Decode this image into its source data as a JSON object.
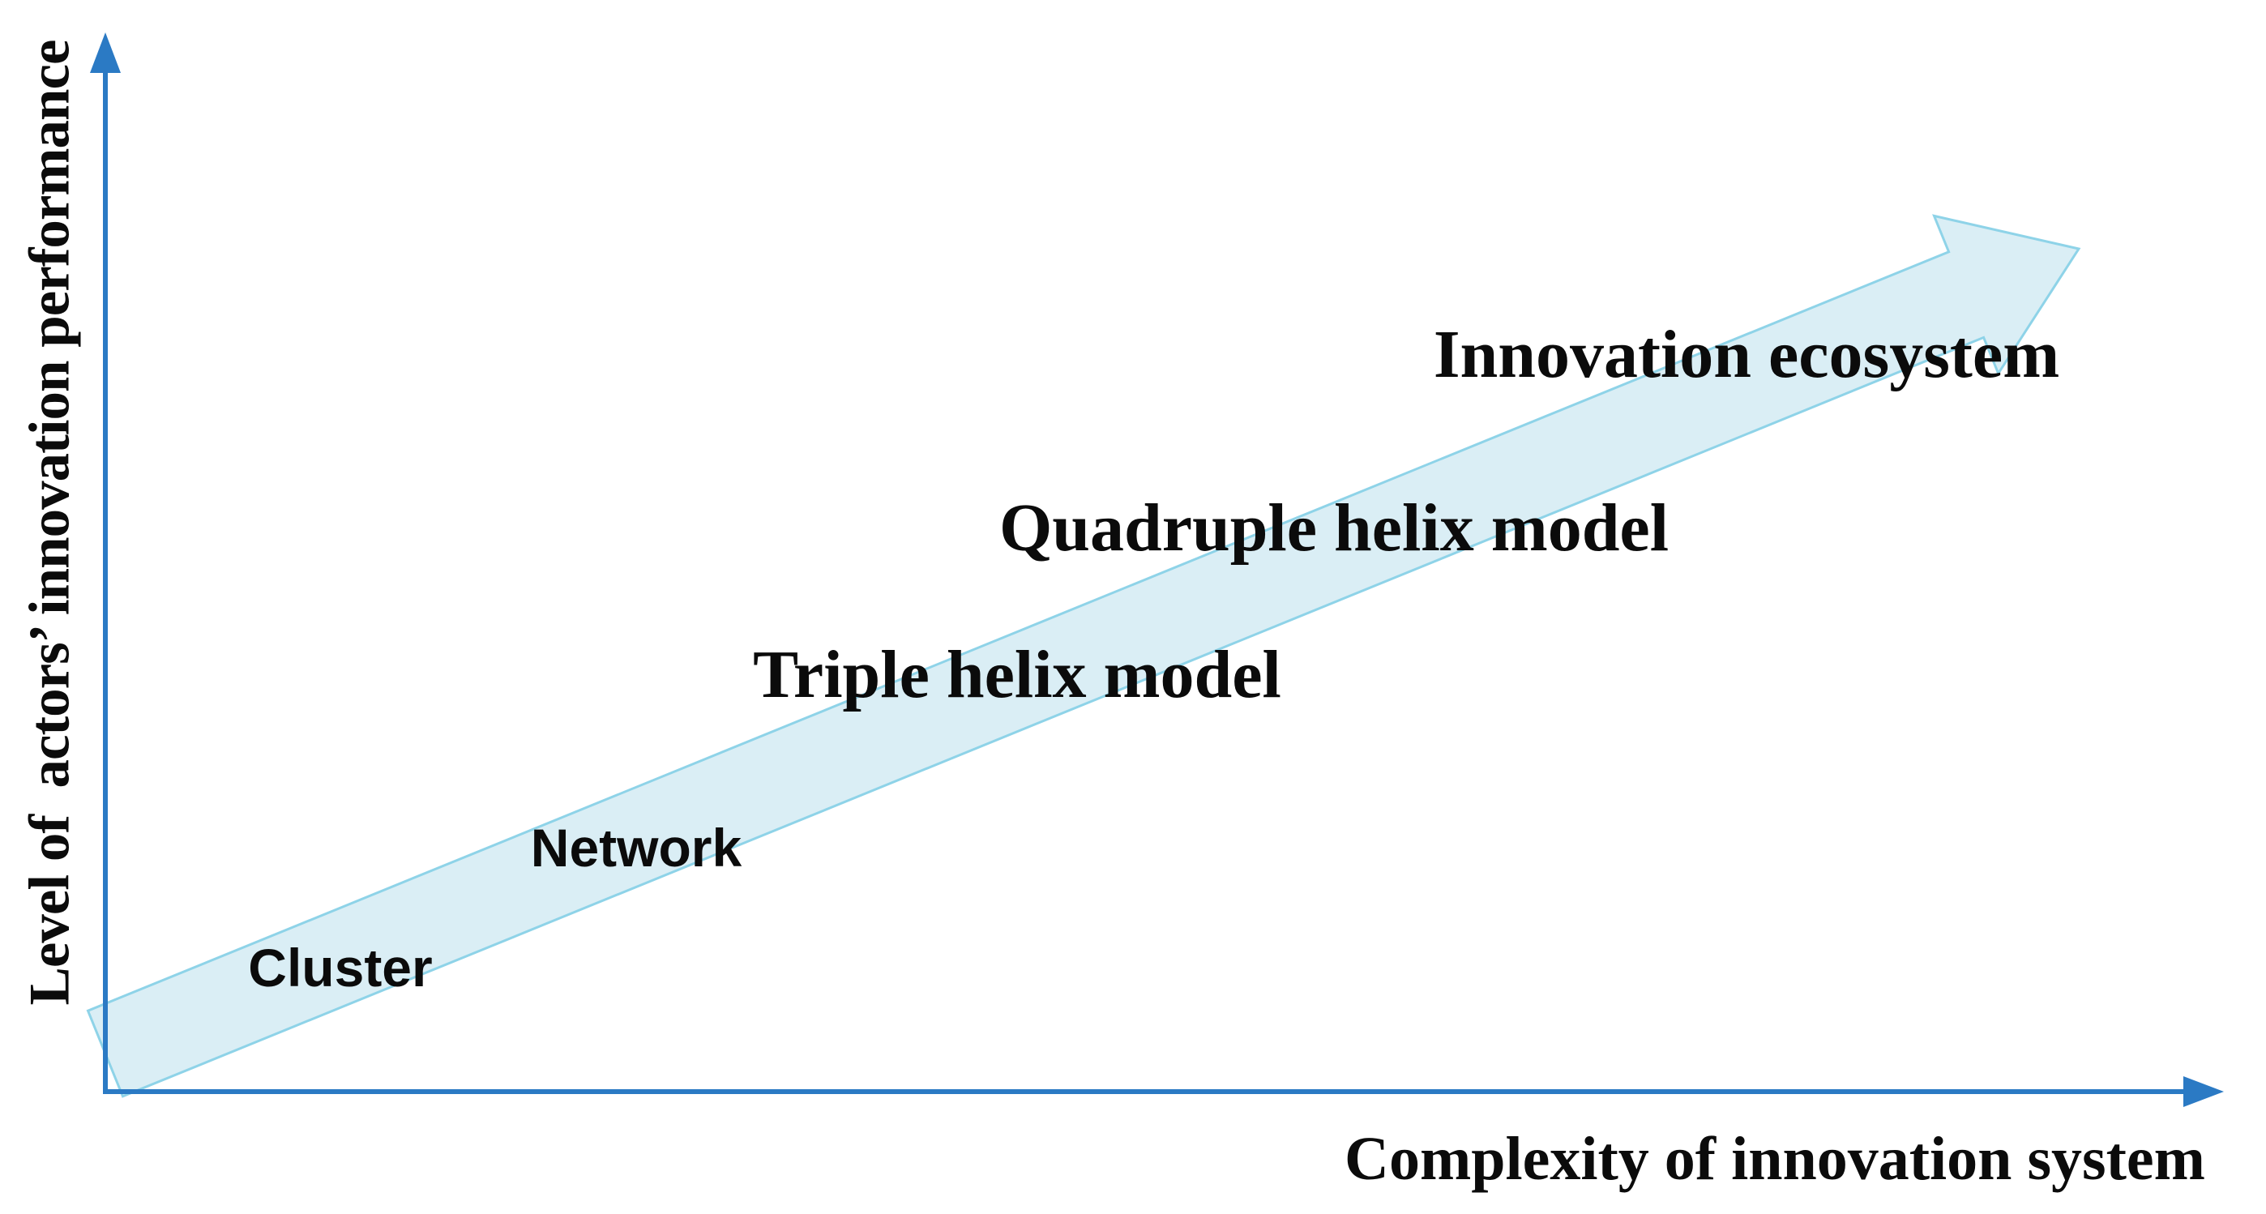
{
  "figure": {
    "type": "concept-diagram",
    "description": "Ascending arrow showing innovation system models by increasing complexity and performance",
    "axes": {
      "y_label": "Level of  actors’ innovation performance",
      "x_label": "Complexity of innovation system"
    },
    "stages": [
      {
        "label": "Cluster"
      },
      {
        "label": "Network"
      },
      {
        "label": "Triple helix model"
      },
      {
        "label": "Quadruple helix model"
      },
      {
        "label": "Innovation ecosystem"
      }
    ],
    "colors": {
      "axis": "#2b7ac4",
      "arrow_fill": "#daeef5",
      "arrow_border": "#8ed3e8",
      "text": "#0b0b0b"
    }
  }
}
